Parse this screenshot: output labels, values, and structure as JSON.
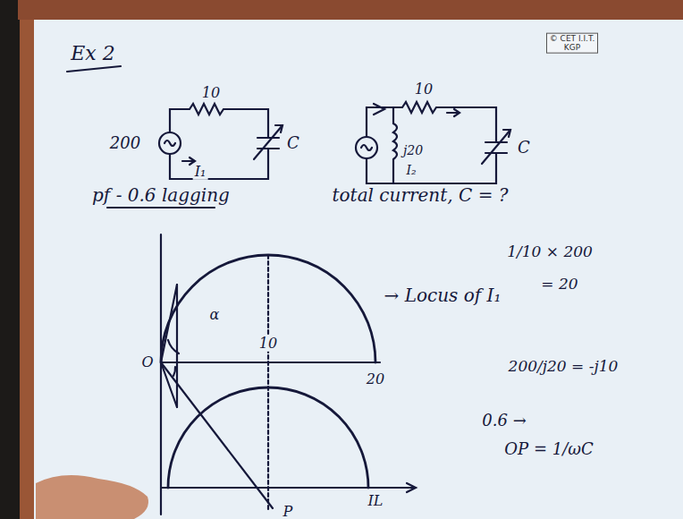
{
  "diagram": {
    "title": "Ex 2",
    "labels": [
      "10",
      "200",
      "I₁",
      "C",
      "10",
      "j20",
      "I₂",
      "C",
      "pf - 0.6 lagging",
      "total current, C = ?",
      "1/10 × 200",
      "= 20",
      "→ Locus of I₁",
      "10",
      "20",
      "O",
      "α",
      "200/j20 = -j10",
      "0.6 →",
      "OP = 1/ωC",
      "P",
      "IL",
      "© CET I.I.T. KGP"
    ]
  }
}
